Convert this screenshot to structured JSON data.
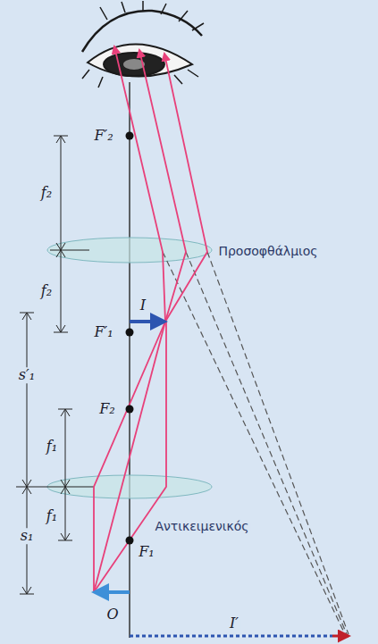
{
  "diagram": {
    "labels": [
      "F′₂",
      "f₂",
      "f₂",
      "Προσοφθάλμιος",
      "I",
      "F′₁",
      "s′₁",
      "F₂",
      "f₁",
      "f₁",
      "Αντικειμενικός",
      "F₁",
      "s₁",
      "O",
      "I′"
    ]
  }
}
